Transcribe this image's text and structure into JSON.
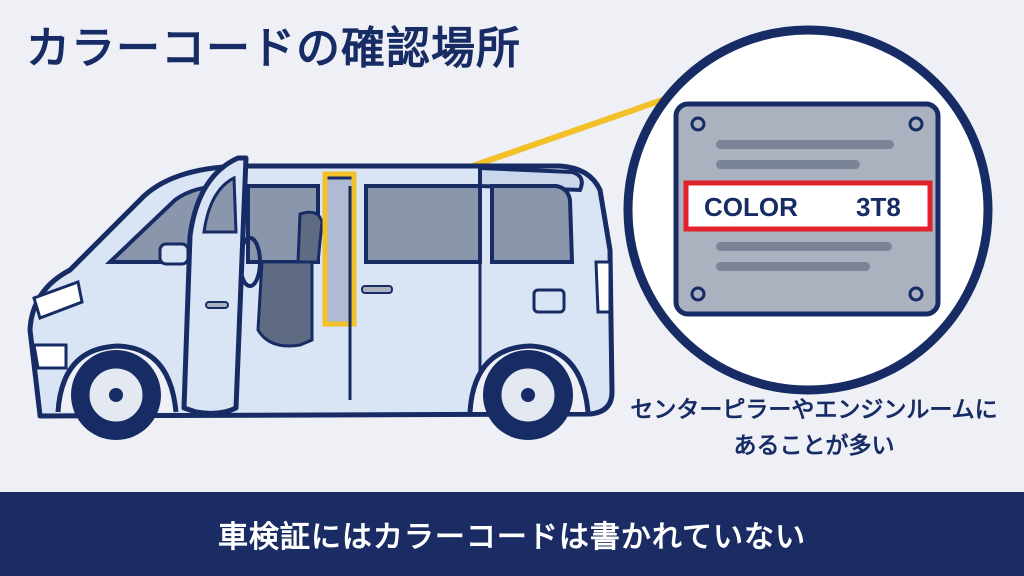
{
  "title": "カラーコードの確認場所",
  "plate": {
    "label": "COLOR",
    "code": "3T8"
  },
  "caption": {
    "line1": "センターピラーやエンジンルームに",
    "line2": "あることが多い"
  },
  "footer": "車検証にはカラーコードは書かれていない",
  "colors": {
    "navy": "#172c64",
    "car_body": "#d9e4f5",
    "highlight": "#f2c028",
    "plate_frame": "#e0232b",
    "plate": "#aab1bf"
  }
}
